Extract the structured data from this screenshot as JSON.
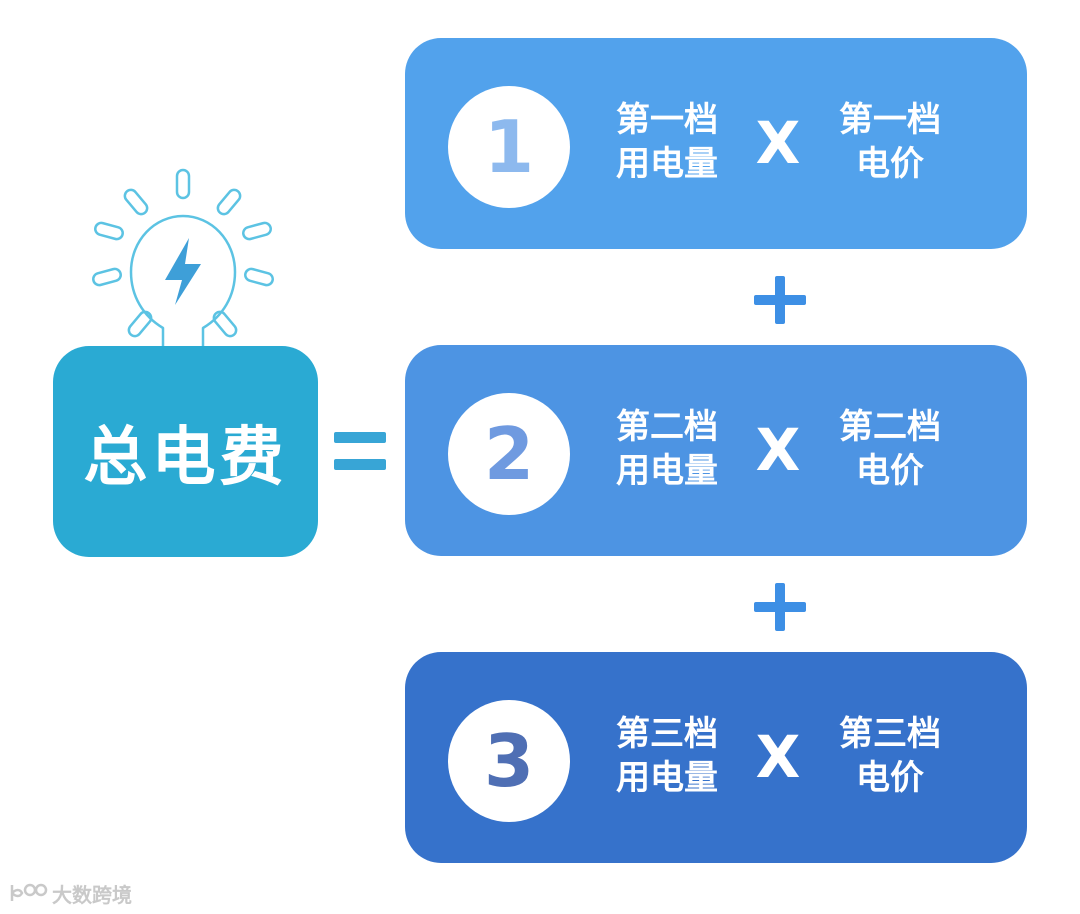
{
  "total": {
    "label": "总电费"
  },
  "equals_sign": "=",
  "times_sign": "X",
  "plus_sign": "+",
  "tiers": [
    {
      "number": "1",
      "left_line1": "第一档",
      "left_line2": "用电量",
      "right_line1": "第一档",
      "right_line2": "电价"
    },
    {
      "number": "2",
      "left_line1": "第二档",
      "left_line2": "用电量",
      "right_line1": "第二档",
      "right_line2": "电价"
    },
    {
      "number": "3",
      "left_line1": "第三档",
      "left_line2": "用电量",
      "right_line1": "第三档",
      "right_line2": "电价"
    }
  ],
  "brand": {
    "label": "大数跨境"
  },
  "icons": {
    "bulb": "lightbulb-icon",
    "bolt": "lightning-bolt-icon",
    "brand_logo": "brand-logo-icon"
  },
  "colors": {
    "total_box": "#2aaad3",
    "tier_1": "#52a2ec",
    "tier_2": "#4d94e3",
    "tier_3": "#3672cb",
    "operators": "#3d8fe5",
    "bulb_outline": "#5cc3e3",
    "bolt": "#3e9fd8"
  }
}
